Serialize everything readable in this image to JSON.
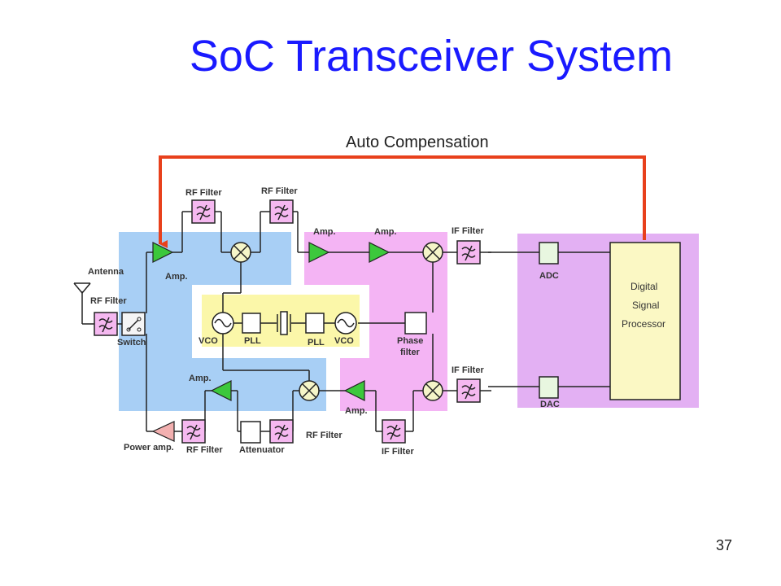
{
  "slide": {
    "title": "SoC Transceiver System",
    "page_number": "37"
  },
  "diagram": {
    "feedback_label": "Auto Compensation",
    "labels": {
      "antenna": "Antenna",
      "rf_filter_left": "RF Filter",
      "switch": "Switch",
      "rx_amp1": "Amp.",
      "rf_filter_top1": "RF Filter",
      "rf_filter_top2": "RF Filter",
      "amp_if1": "Amp.",
      "amp_if2": "Amp.",
      "if_filter_rx": "IF Filter",
      "vco_left": "VCO",
      "pll_left": "PLL",
      "pll_right": "PLL",
      "vco_right": "VCO",
      "phase_filter": "Phase filter",
      "adc": "ADC",
      "dsp_line1": "Digital",
      "dsp_line2": "Signal",
      "dsp_line3": "Processor",
      "if_filter_tx": "IF Filter",
      "dac": "DAC",
      "tx_amp": "Amp.",
      "amp_tx_if": "Amp.",
      "power_amp": "Power amp.",
      "rf_filter_bottom": "RF Filter",
      "attenuator": "Attenuator",
      "rf_filter_tx2": "RF Filter",
      "if_filter_bottom": "IF Filter"
    },
    "colors": {
      "rf_region": "#a8cff5",
      "if_region": "#f4b4f4",
      "dsp_region": "#e3b0f3",
      "synth_region": "#fbf7a9",
      "filter_fill": "#f5b8f0",
      "amp_fill": "#3cc83c",
      "power_amp_fill": "#f3b0b0",
      "box_fill": "#e8f7e0",
      "dsp_fill": "#fbf8c4",
      "feedback_line": "#e8401c",
      "title": "#1a1aff"
    }
  }
}
